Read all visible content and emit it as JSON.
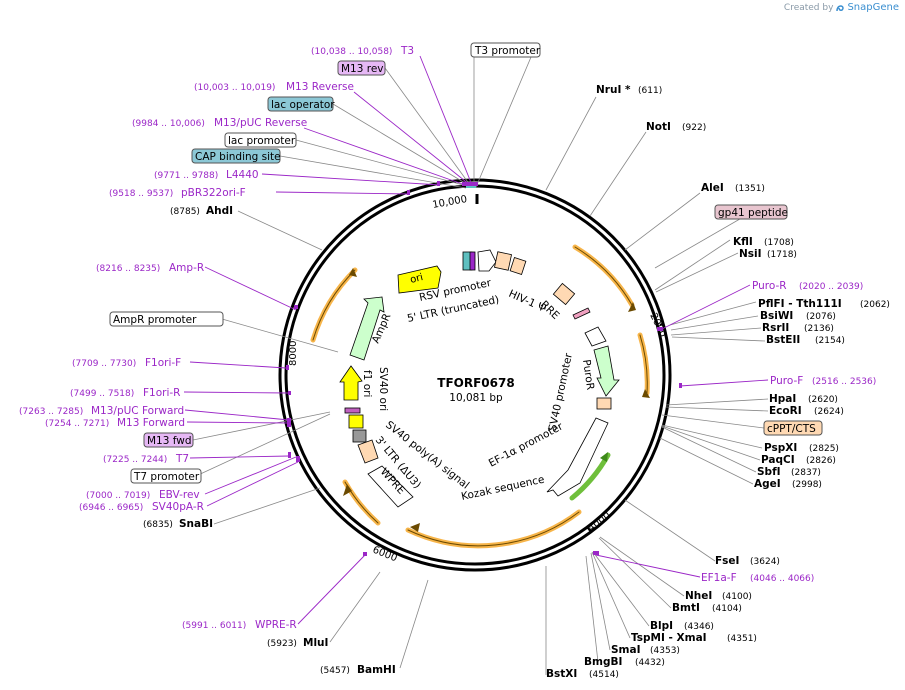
{
  "credit": {
    "prefix": "Created by",
    "brand": "SnapGene"
  },
  "plasmid": {
    "name": "TFORF0678",
    "size_label": "10,081 bp",
    "length": 10081
  },
  "colors": {
    "enzyme": "#000000",
    "primer": "#9b27c7",
    "primer_pos": "#9b27c7",
    "ori": "#ffff00",
    "amp": "#ccffcc",
    "ltr": "#ffd9b3",
    "promoter_box": "#ffffff",
    "orange_arc": "#f7b54a",
    "green_arc": "#6fbf3b"
  },
  "ticks": [
    {
      "label": "2000",
      "pos": 2000
    },
    {
      "label": "4000",
      "pos": 4000
    },
    {
      "label": "6000",
      "pos": 6000
    },
    {
      "label": "8000",
      "pos": 8000
    },
    {
      "label": "10,000",
      "pos": 10000
    }
  ],
  "enzymes": [
    {
      "name": "NruI *",
      "pos_label": "(611)",
      "pos": 611
    },
    {
      "name": "NotI",
      "pos_label": "(922)",
      "pos": 922
    },
    {
      "name": "AleI",
      "pos_label": "(1351)",
      "pos": 1351
    },
    {
      "name": "KflI",
      "pos_label": "(1708)",
      "pos": 1708
    },
    {
      "name": "NsiI",
      "pos_label": "(1718)",
      "pos": 1718
    },
    {
      "name": "PflFI - Tth111I",
      "pos_label": "(2062)",
      "pos": 2062
    },
    {
      "name": "BsiWI",
      "pos_label": "(2076)",
      "pos": 2076
    },
    {
      "name": "RsrII",
      "pos_label": "(2136)",
      "pos": 2136
    },
    {
      "name": "BstEII",
      "pos_label": "(2154)",
      "pos": 2154
    },
    {
      "name": "HpaI",
      "pos_label": "(2620)",
      "pos": 2620
    },
    {
      "name": "EcoRI",
      "pos_label": "(2624)",
      "pos": 2624
    },
    {
      "name": "PspXI",
      "pos_label": "(2825)",
      "pos": 2825
    },
    {
      "name": "PaqCI",
      "pos_label": "(2826)",
      "pos": 2826
    },
    {
      "name": "SbfI",
      "pos_label": "(2837)",
      "pos": 2837
    },
    {
      "name": "AgeI",
      "pos_label": "(2998)",
      "pos": 2998
    },
    {
      "name": "FseI",
      "pos_label": "(3624)",
      "pos": 3624
    },
    {
      "name": "NheI",
      "pos_label": "(4100)",
      "pos": 4100
    },
    {
      "name": "BmtI",
      "pos_label": "(4104)",
      "pos": 4104
    },
    {
      "name": "BlpI",
      "pos_label": "(4346)",
      "pos": 4346
    },
    {
      "name": "TspMI - XmaI",
      "pos_label": "(4351)",
      "pos": 4351
    },
    {
      "name": "SmaI",
      "pos_label": "(4353)",
      "pos": 4353
    },
    {
      "name": "BmgBI",
      "pos_label": "(4432)",
      "pos": 4432
    },
    {
      "name": "BstXI",
      "pos_label": "(4514)",
      "pos": 4514
    },
    {
      "name": "BamHI",
      "pos_label": "(5457)",
      "pos": 5457
    },
    {
      "name": "MluI",
      "pos_label": "(5923)",
      "pos": 5923
    },
    {
      "name": "SnaBI",
      "pos_label": "(6835)",
      "pos": 6835
    },
    {
      "name": "AhdI",
      "pos_label": "(8785)",
      "pos": 8785
    }
  ],
  "primers": [
    {
      "name": "T3",
      "pos_label": "(10,038 .. 10,058)",
      "pos": 10048
    },
    {
      "name": "M13 Reverse",
      "pos_label": "(10,003 .. 10,019)",
      "pos": 10011
    },
    {
      "name": "M13/pUC Reverse",
      "pos_label": "(9984 .. 10,006)",
      "pos": 9995
    },
    {
      "name": "L4440",
      "pos_label": "(9771 .. 9788)",
      "pos": 9779
    },
    {
      "name": "pBR322ori-F",
      "pos_label": "(9518 .. 9537)",
      "pos": 9527
    },
    {
      "name": "Amp-R",
      "pos_label": "(8216 .. 8235)",
      "pos": 8225
    },
    {
      "name": "F1ori-F",
      "pos_label": "(7709 .. 7730)",
      "pos": 7719
    },
    {
      "name": "F1ori-R",
      "pos_label": "(7499 .. 7518)",
      "pos": 7508
    },
    {
      "name": "M13/pUC Forward",
      "pos_label": "(7263 .. 7285)",
      "pos": 7274
    },
    {
      "name": "M13 Forward",
      "pos_label": "(7254 .. 7271)",
      "pos": 7262
    },
    {
      "name": "T7",
      "pos_label": "(7225 .. 7244)",
      "pos": 7234
    },
    {
      "name": "EBV-rev",
      "pos_label": "(7000 .. 7019)",
      "pos": 7009
    },
    {
      "name": "SV40pA-R",
      "pos_label": "(6946 .. 6965)",
      "pos": 6955
    },
    {
      "name": "WPRE-R",
      "pos_label": "(5991 .. 6011)",
      "pos": 6001
    },
    {
      "name": "Puro-R",
      "pos_label": "(2020 .. 2039)",
      "pos": 2029
    },
    {
      "name": "Puro-F",
      "pos_label": "(2516 .. 2536)",
      "pos": 2526
    },
    {
      "name": "EF1a-F",
      "pos_label": "(4046 .. 4066)",
      "pos": 4056
    }
  ],
  "boxed_labels": [
    {
      "name": "T3 promoter",
      "style": "white"
    },
    {
      "name": "M13 rev",
      "style": "purple"
    },
    {
      "name": "lac operator",
      "style": "teal"
    },
    {
      "name": "lac promoter",
      "style": "white"
    },
    {
      "name": "CAP binding site",
      "style": "teal"
    },
    {
      "name": "gp41 peptide",
      "style": "pink"
    },
    {
      "name": "AmpR promoter",
      "style": "white"
    },
    {
      "name": "M13 fwd",
      "style": "purple"
    },
    {
      "name": "T7 promoter",
      "style": "white"
    },
    {
      "name": "cPPT/CTS",
      "style": "peach"
    }
  ],
  "inner_features": [
    {
      "name": "RSV promoter"
    },
    {
      "name": "5' LTR (truncated)"
    },
    {
      "name": "HIV-1 Ψ"
    },
    {
      "name": "RRE"
    },
    {
      "name": "PuroR"
    },
    {
      "name": "SV40 promoter"
    },
    {
      "name": "EF-1α promoter"
    },
    {
      "name": "Kozak sequence"
    },
    {
      "name": "WPRE"
    },
    {
      "name": "3' LTR (ΔU3)"
    },
    {
      "name": "SV40 poly(A) signal"
    },
    {
      "name": "SV40 ori"
    },
    {
      "name": "f1 ori"
    },
    {
      "name": "AmpR"
    },
    {
      "name": "ori"
    }
  ]
}
